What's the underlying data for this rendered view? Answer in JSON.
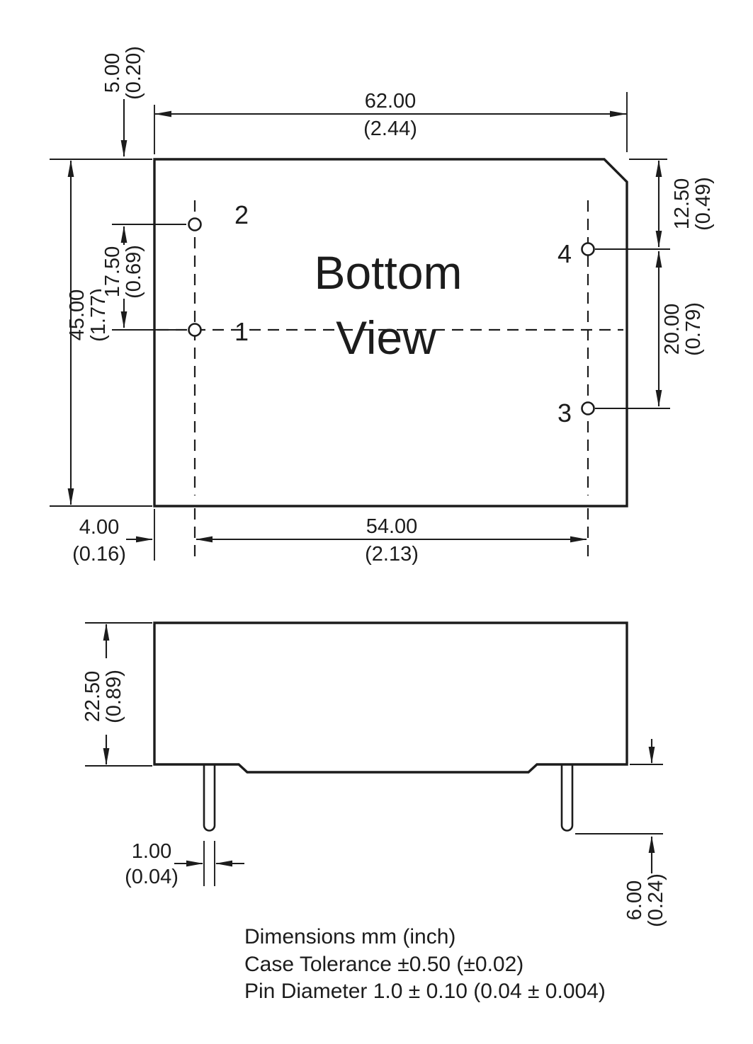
{
  "drawing": {
    "bottom_view": {
      "title_line1": "Bottom",
      "title_line2": "View",
      "pin_labels": {
        "pin1": "1",
        "pin2": "2",
        "pin3": "3",
        "pin4": "4"
      },
      "dimensions": {
        "case_width": {
          "mm": "62.00",
          "inch": "(2.44)"
        },
        "case_height": {
          "mm": "45.00",
          "inch": "(1.77)"
        },
        "top_edge_to_pin2": {
          "mm": "5.00",
          "inch": "(0.20)"
        },
        "pin2_to_pin1": {
          "mm": "17.50",
          "inch": "(0.69)"
        },
        "top_edge_to_pin4": {
          "mm": "12.50",
          "inch": "(0.49)"
        },
        "pin4_to_pin3": {
          "mm": "20.00",
          "inch": "(0.79)"
        },
        "left_edge_to_pin_col": {
          "mm": "4.00",
          "inch": "(0.16)"
        },
        "pin_column_span": {
          "mm": "54.00",
          "inch": "(2.13)"
        }
      }
    },
    "side_view": {
      "dimensions": {
        "case_height": {
          "mm": "22.50",
          "inch": "(0.89)"
        },
        "pin_diameter": {
          "mm": "1.00",
          "inch": "(0.04)"
        },
        "pin_length": {
          "mm": "6.00",
          "inch": "(0.24)"
        }
      }
    },
    "notes": [
      "Dimensions mm (inch)",
      "Case Tolerance ±0.50 (±0.02)",
      "Pin Diameter 1.0 ± 0.10 (0.04 ± 0.004)"
    ],
    "colors": {
      "line": "#1c1c1c",
      "background": "#ffffff"
    }
  }
}
